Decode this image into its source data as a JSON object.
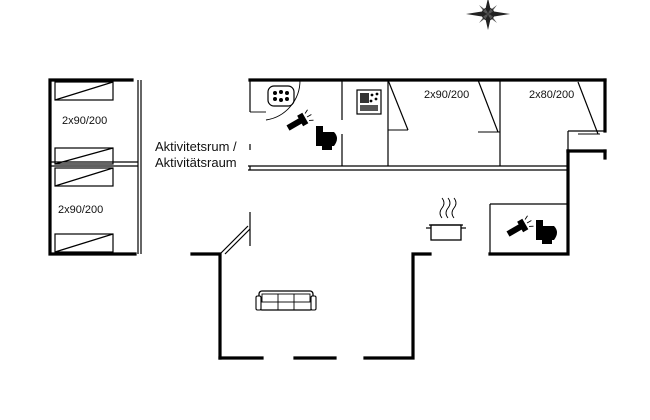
{
  "labels": {
    "bed_left_top": "2x90/200",
    "bed_left_bottom": "2x90/200",
    "activity_room_line1": "Aktivitetsrum /",
    "activity_room_line2": "Aktivitätsraum",
    "bed_mid": "2x90/200",
    "bed_right": "2x80/200"
  },
  "icons": {
    "compass": "compass-rose-icon",
    "whirlpool": "whirlpool-icon",
    "sauna": "sauna-icon",
    "shower": "shower-icon",
    "toilet": "toilet-icon",
    "cooking_pot": "cooking-pot-icon",
    "sofa": "sofa-icon"
  }
}
